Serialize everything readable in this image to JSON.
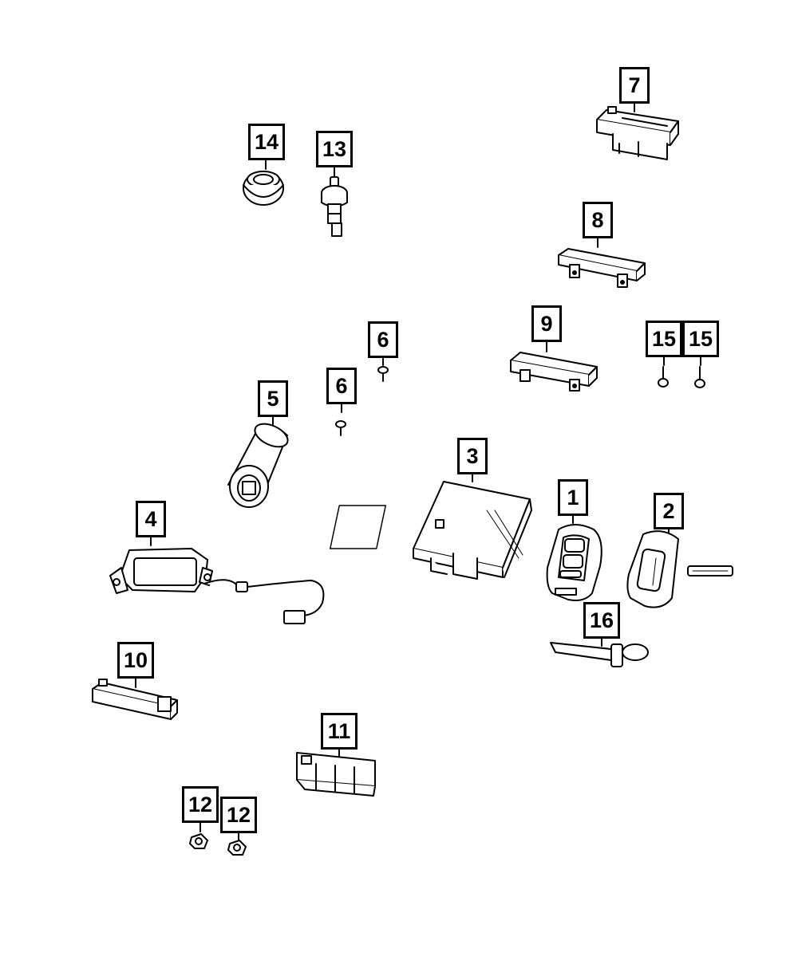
{
  "callouts": {
    "c1": "1",
    "c2": "2",
    "c3": "3",
    "c4": "4",
    "c5": "5",
    "c6a": "6",
    "c6b": "6",
    "c7": "7",
    "c8": "8",
    "c9": "9",
    "c10": "10",
    "c11": "11",
    "c12a": "12",
    "c12b": "12",
    "c13": "13",
    "c14": "14",
    "c15a": "15",
    "c15b": "15",
    "c16": "16"
  },
  "colors": {
    "line": "#000000",
    "fill": "#ffffff"
  }
}
